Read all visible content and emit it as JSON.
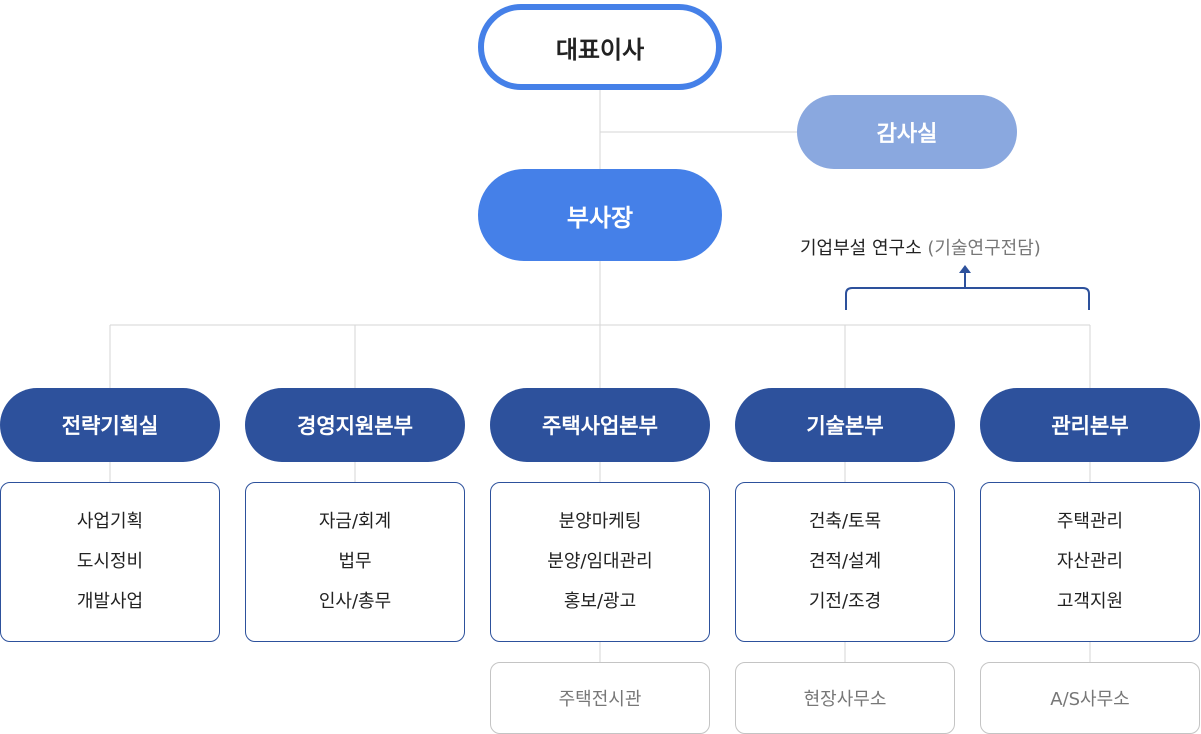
{
  "ceo": "대표이사",
  "audit": "감사실",
  "vice_president": "부사장",
  "research": {
    "name": "기업부설 연구소",
    "note": "(기술연구전담)"
  },
  "divisions": [
    {
      "name": "전략기획실",
      "items": [
        "사업기획",
        "도시정비",
        "개발사업"
      ]
    },
    {
      "name": "경영지원본부",
      "items": [
        "자금/회계",
        "법무",
        "인사/총무"
      ]
    },
    {
      "name": "주택사업본부",
      "items": [
        "분양마케팅",
        "분양/임대관리",
        "홍보/광고"
      ],
      "sub_office": "주택전시관"
    },
    {
      "name": "기술본부",
      "items": [
        "건축/토목",
        "견적/설계",
        "기전/조경"
      ],
      "sub_office": "현장사무소"
    },
    {
      "name": "관리본부",
      "items": [
        "주택관리",
        "자산관리",
        "고객지원"
      ],
      "sub_office": "A/S사무소"
    }
  ],
  "colors": {
    "primary": "#4580e8",
    "audit": "#8aa8df",
    "division": "#2d519c",
    "line": "#d6d6d6"
  }
}
